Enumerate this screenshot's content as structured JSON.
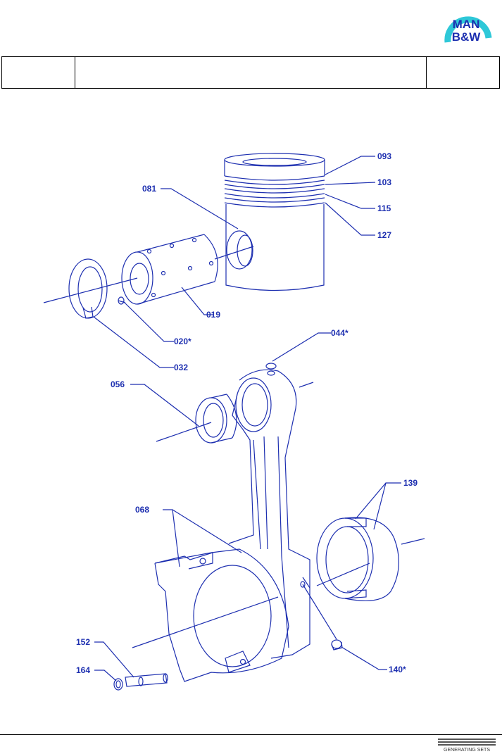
{
  "logo": {
    "line1": "MAN",
    "line2": "B&W",
    "color": "#1d2fb0",
    "ring_color": "#2ec8d8"
  },
  "title_block": {
    "cells": [
      "",
      "",
      ""
    ]
  },
  "parts": {
    "p093": "093",
    "p103": "103",
    "p115": "115",
    "p127": "127",
    "p081": "081",
    "p019": "019",
    "p020": "020*",
    "p032": "032",
    "p044": "044*",
    "p056": "056",
    "p139": "139",
    "p068": "068",
    "p152": "152",
    "p164": "164",
    "p140": "140*"
  },
  "footer": {
    "brand_text": "GENERATING SETS"
  },
  "colors": {
    "line": "#1d2fb0",
    "text": "#1d2fb0"
  }
}
